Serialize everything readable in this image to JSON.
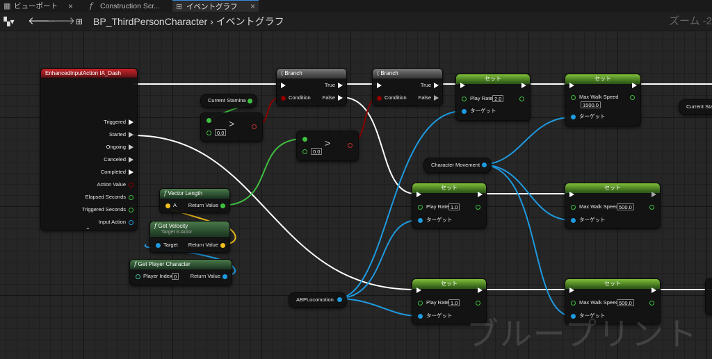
{
  "tabs": [
    {
      "label": "ビューポート",
      "icon": "viewport-icon"
    },
    {
      "label": "Construction Scr...",
      "icon": "function-icon"
    },
    {
      "label": "イベントグラフ",
      "icon": "event-graph-icon",
      "active": true
    }
  ],
  "breadcrumb": {
    "blueprint": "BP_ThirdPersonCharacter",
    "separator": "›",
    "graph": "イベントグラフ"
  },
  "zoom": "ズーム -2",
  "watermark": "ブループリント",
  "colors": {
    "exec": "#ffffff",
    "bool": "#8c0000",
    "float": "#40c040",
    "object": "#1e9ae0",
    "vector": "#f0c020",
    "struct": "#2060ff",
    "text_pin": "#e05050"
  },
  "nodes": {
    "input_action": {
      "title": "EnhancedInputAction IA_Dash",
      "pins": [
        "Triggered",
        "Started",
        "Ongoing",
        "Canceled",
        "Completed",
        "Action Value",
        "Elapsed Seconds",
        "Triggered Seconds",
        "Input Action"
      ]
    },
    "branch1": {
      "title": "Branch",
      "in_exec": "",
      "condition": "Condition",
      "true": "True",
      "false": "False"
    },
    "branch2": {
      "title": "Branch",
      "condition": "Condition",
      "true": "True",
      "false": "False"
    },
    "current_stamina1": {
      "label": "Current Stamina"
    },
    "current_stamina2": {
      "label": "Current Stamin"
    },
    "compare1": {
      "op": ">",
      "value": "0.0"
    },
    "compare2": {
      "op": ">",
      "value": "0.0"
    },
    "vector_length": {
      "title": "Vector Length",
      "in": "A",
      "out": "Return Value"
    },
    "get_velocity": {
      "title": "Get Velocity",
      "subtitle": "Target is Actor",
      "in": "Target",
      "out": "Return Value"
    },
    "get_player_character": {
      "title": "Get Player Character",
      "in": "Player Index",
      "index": "0",
      "out": "Return Value"
    },
    "character_movement": {
      "label": "Character Movement"
    },
    "abp_locomotion": {
      "label": "ABPLocomotion"
    },
    "set_play_rate_top": {
      "title": "セット",
      "pin": "Play Rate",
      "value": "2.0",
      "target": "ターゲット"
    },
    "set_walk_top": {
      "title": "セット",
      "pin": "Max Walk Speed",
      "value": "1500.0",
      "target": "ターゲット"
    },
    "set_play_rate_mid": {
      "title": "セット",
      "pin": "Play Rate",
      "value": "1.0",
      "target": "ターゲット"
    },
    "set_walk_mid": {
      "title": "セット",
      "pin": "Max Walk Speed",
      "value": "500.0",
      "target": "ターゲット"
    },
    "set_play_rate_bot": {
      "title": "セット",
      "pin": "Play Rate",
      "value": "1.0",
      "target": "ターゲット"
    },
    "set_walk_bot": {
      "title": "セット",
      "pin": "Max Walk Speed",
      "value": "500.0",
      "target": "ターゲット"
    }
  }
}
